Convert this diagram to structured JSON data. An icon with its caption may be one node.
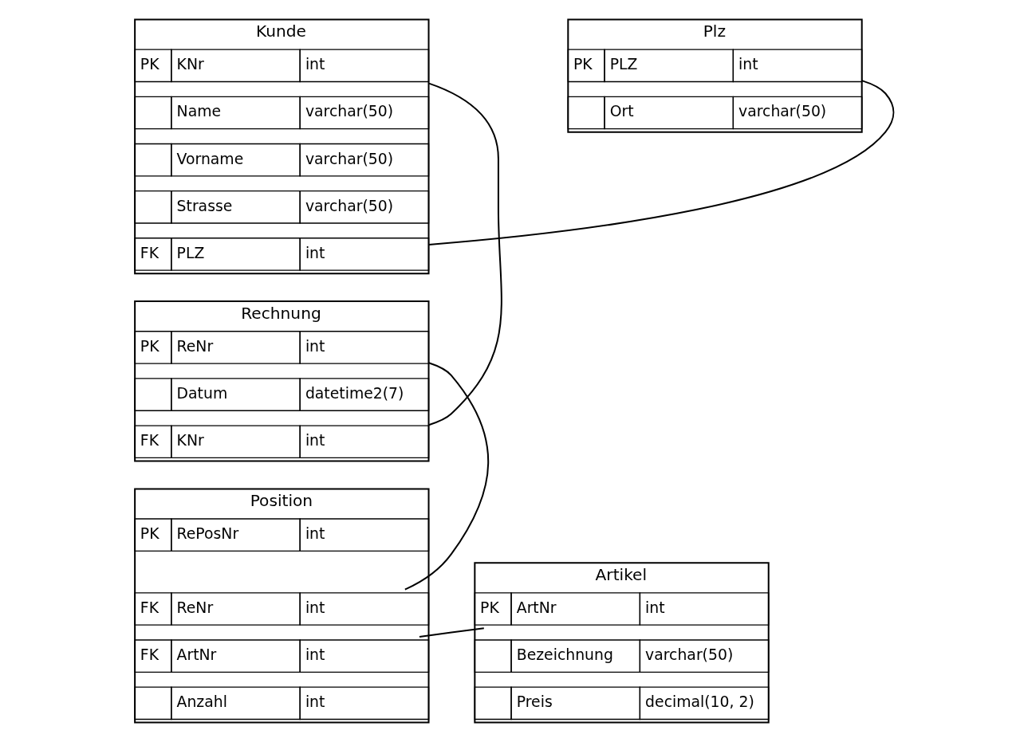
{
  "diagram": {
    "nodes": [
      {
        "text": [
          "Kunde"
        ]
      },
      {
        "text": [
          "PK",
          "KNr",
          "int"
        ],
        "in": 0
      },
      {
        "text": [
          "Name",
          "varchar(50)"
        ],
        "in": 0
      },
      {
        "text": [
          "Vorname",
          "varchar(50)"
        ],
        "in": 0
      },
      {
        "text": [
          "Strasse",
          "varchar(50)"
        ],
        "in": 0
      },
      {
        "text": [
          "FK",
          "PLZ",
          "int"
        ],
        "in": 0
      },
      {
        "text": [
          "Plz"
        ]
      },
      {
        "text": [
          "PK",
          "PLZ",
          "int"
        ],
        "in": 6
      },
      {
        "text": [
          "Ort",
          "varchar(50)"
        ],
        "in": 6
      },
      {
        "text": [
          "Rechnung"
        ]
      },
      {
        "text": [
          "PK",
          "ReNr",
          "int"
        ],
        "in": 9
      },
      {
        "text": [
          "Datum",
          "datetime2(7)"
        ],
        "in": 9
      },
      {
        "text": [
          "FK",
          "KNr",
          "int"
        ],
        "in": 9
      },
      {
        "text": [
          "Position"
        ]
      },
      {
        "text": [
          "PK",
          "RePosNr",
          "int"
        ],
        "in": 13
      },
      {
        "text": [
          "FK",
          "ReNr",
          "int"
        ],
        "in": 13
      },
      {
        "text": [
          "FK",
          "ArtNr",
          "int"
        ],
        "in": 13
      },
      {
        "text": [
          "Anzahl",
          "int"
        ],
        "in": 13
      },
      {
        "text": [
          "Artikel"
        ]
      },
      {
        "text": [
          "PK",
          "ArtNr",
          "int"
        ],
        "in": 18
      },
      {
        "text": [
          "Bezeichnung",
          "varchar(50)"
        ],
        "in": 18
      },
      {
        "text": [
          "Preis",
          "decimal(10, 2)"
        ],
        "in": 18
      }
    ],
    "edges": [
      {
        "from": 1,
        "to": 12,
        "arrow": "none"
      },
      {
        "from": 5,
        "to": 7,
        "arrow": "none"
      },
      {
        "from": 10,
        "to": 15,
        "arrow": "none"
      },
      {
        "from": 16,
        "to": 19,
        "arrow": "none"
      }
    ]
  }
}
